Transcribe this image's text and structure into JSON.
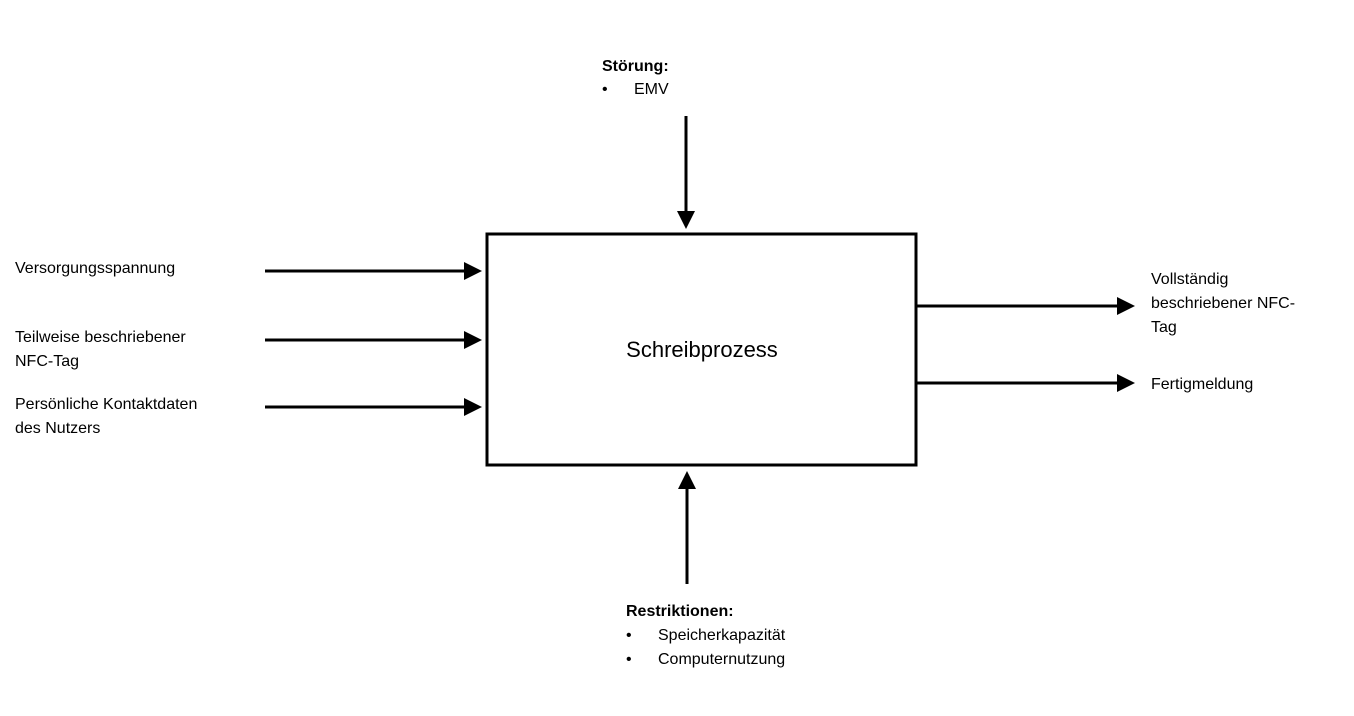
{
  "process": {
    "label": "Schreibprozess"
  },
  "disturbance": {
    "title": "Störung:",
    "items": [
      "EMV"
    ]
  },
  "restrictions": {
    "title": "Restriktionen:",
    "items": [
      "Speicherkapazität",
      "Computernutzung"
    ]
  },
  "inputs": [
    {
      "lines": [
        "Versorgungsspannung"
      ]
    },
    {
      "lines": [
        "Teilweise beschriebener",
        "NFC-Tag"
      ]
    },
    {
      "lines": [
        "Persönliche Kontaktdaten",
        "des Nutzers"
      ]
    }
  ],
  "outputs": [
    {
      "lines": [
        "Vollständig",
        "beschriebener NFC-",
        "Tag"
      ]
    },
    {
      "lines": [
        "Fertigmeldung"
      ]
    }
  ],
  "bullet": "•"
}
